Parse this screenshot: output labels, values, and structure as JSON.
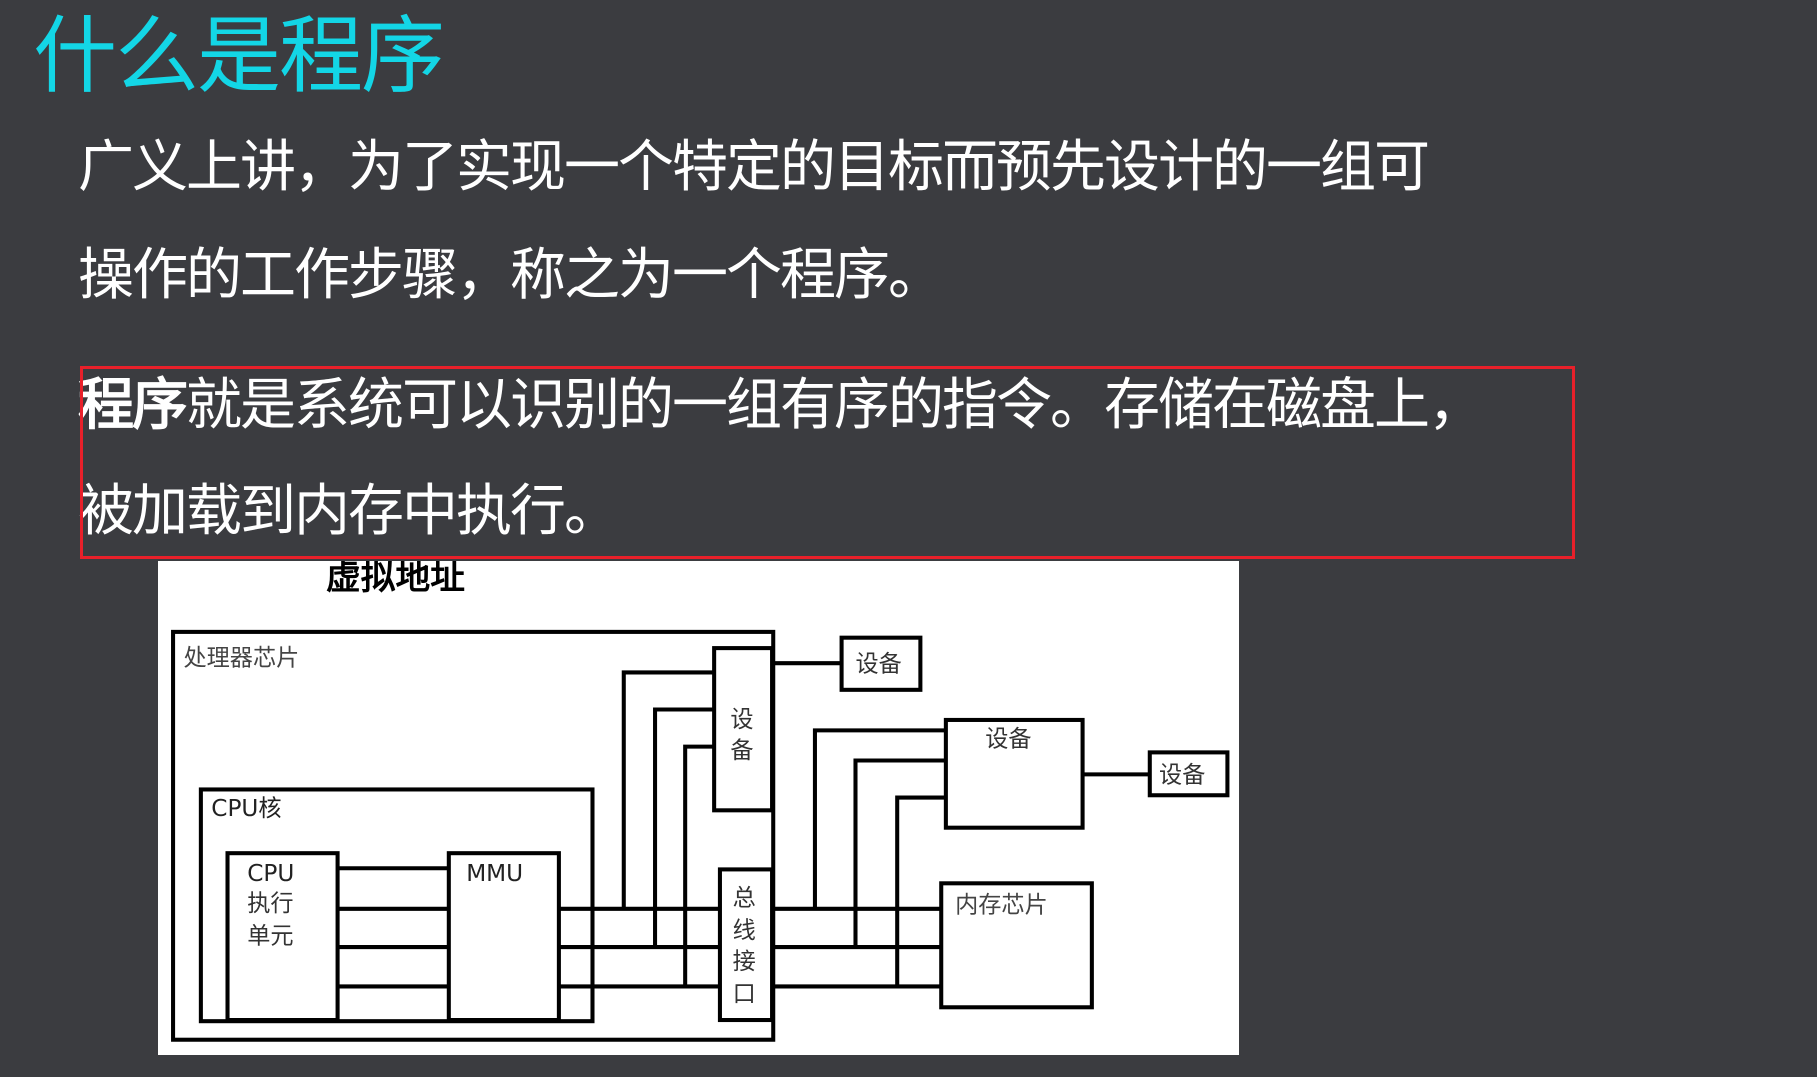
{
  "slide": {
    "title": "什么是程序",
    "title_color": "#13d6e6",
    "background_color": "#3b3c40",
    "paragraphs": [
      {
        "text": "广义上讲，为了实现一个特定的目标而预先设计的一组可"
      },
      {
        "text": "操作的工作步骤，称之为一个程序。"
      }
    ],
    "highlighted": {
      "bold_prefix": "程序",
      "line1_rest": "就是系统可以识别的一组有序的指令。存储在磁盘上，",
      "line2": "被加载到内存中执行。",
      "box_color": "#e8202a"
    }
  },
  "diagram": {
    "title": "虚拟地址",
    "processor_chip_label": "处理器芯片",
    "cpu_core_label": "CPU核",
    "cpu_exec_unit_label": [
      "CPU",
      "执行",
      "单元"
    ],
    "mmu_label": "MMU",
    "device_vertical_label": [
      "设",
      "备"
    ],
    "bus_interface_label": [
      "总",
      "线",
      "接",
      "口"
    ],
    "device_top_label": "设备",
    "device_middle_label": "设备",
    "device_right_label": "设备",
    "memory_chip_label": "内存芯片"
  }
}
